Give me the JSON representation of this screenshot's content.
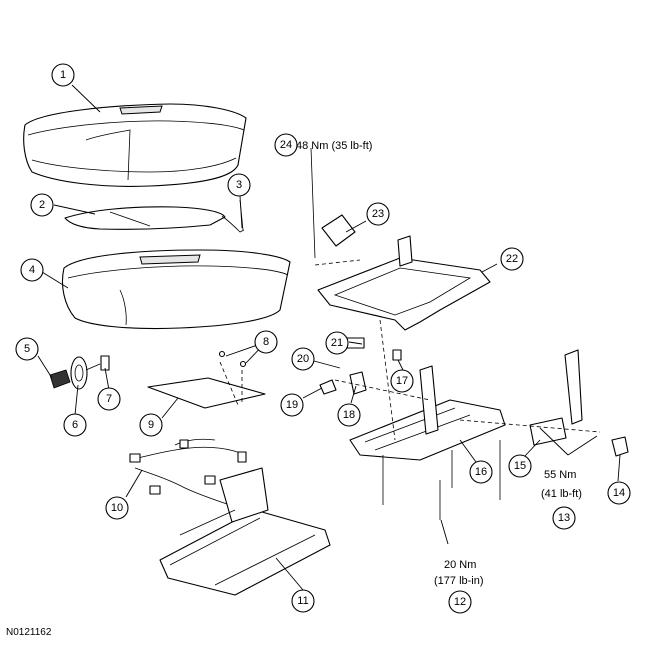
{
  "figure_id": "N0121162",
  "callouts": [
    "1",
    "2",
    "3",
    "4",
    "5",
    "6",
    "7",
    "8",
    "9",
    "10",
    "11",
    "12",
    "13",
    "14",
    "15",
    "16",
    "17",
    "18",
    "19",
    "20",
    "21",
    "22",
    "23",
    "24"
  ],
  "torque_specs": {
    "spec_24": "48 Nm (35 lb-ft)",
    "spec_13_line1": "55 Nm",
    "spec_13_line2": "(41 lb-ft)",
    "spec_12_line1": "20 Nm",
    "spec_12_line2": "(177 lb-in)"
  }
}
